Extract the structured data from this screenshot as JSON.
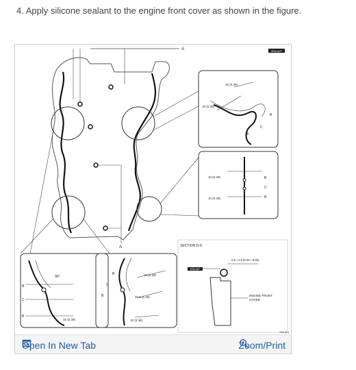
{
  "instruction": "4. Apply silicone sealant to the engine front cover as shown in the figure.",
  "figure": {
    "label_A_top": "A",
    "label_A_mid": "A",
    "sealant_tag": "SEALANT",
    "detail_tr": {
      "dim1": "10 (0.39)",
      "dim2": "10 (0.39)",
      "label_B1": "B",
      "label_B2": "B",
      "label_C": "C"
    },
    "detail_mr": {
      "dim1": "10 (0.39)",
      "dim2": "10 (0.39)",
      "label_B1": "B",
      "label_C": "C",
      "label_B2": "B"
    },
    "section": {
      "title": "SECTION D-D",
      "dim": "0.5—1.5 (0.02—0.05)",
      "sealant_tag": "SEALANT",
      "cover_label_1": "ENGINE FRONT",
      "cover_label_2": "COVER"
    },
    "detail_bl": {
      "angle": "90°",
      "label_B1": "B",
      "label_C": "C",
      "label_B2": "B",
      "dim": "10 (0.39)"
    },
    "detail_bm": {
      "label_B1": "B",
      "label_C": "C",
      "label_B2": "B",
      "dim1": "10 (0.39)",
      "dim2": "32.5 (1.28)",
      "dim3": "10 (0.39)"
    },
    "units": "mm (in)"
  },
  "actions": {
    "open_tab": "Open In New Tab",
    "zoom_print": "Zoom/Print"
  },
  "colors": {
    "link": "#1a5fa8"
  }
}
